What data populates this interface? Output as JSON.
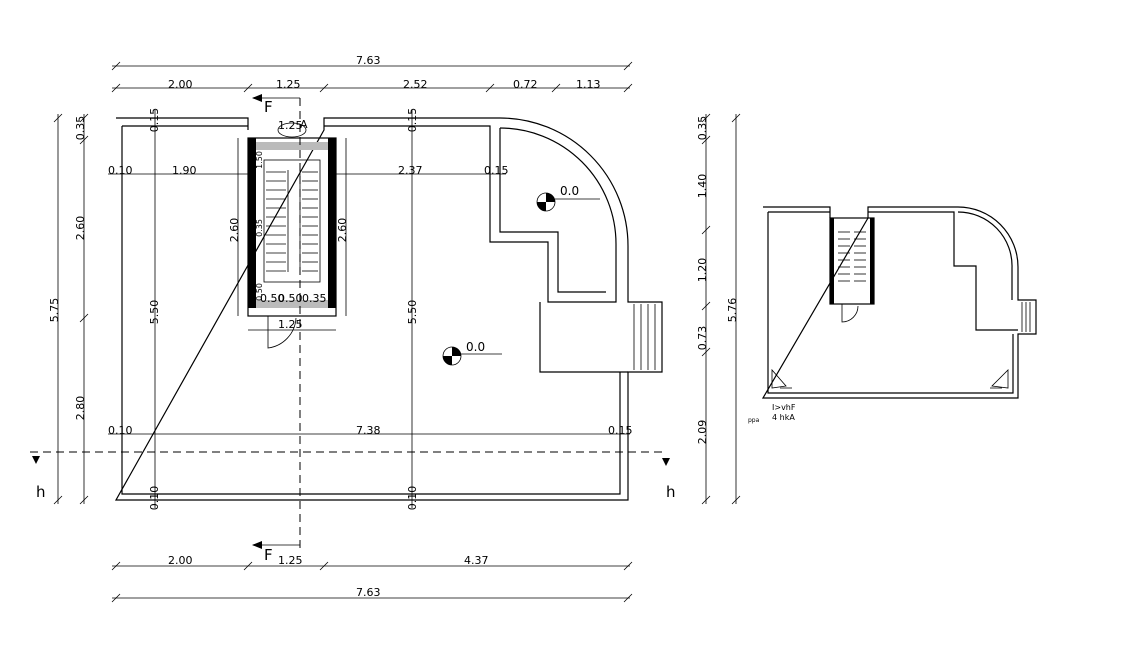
{
  "plan": {
    "top_dims": {
      "total": "7.63",
      "segments": [
        "2.00",
        "1.25",
        "2.52",
        "0.72",
        "1.13"
      ]
    },
    "bottom_dims": {
      "segments": [
        "2.00",
        "1.25",
        "4.37"
      ],
      "total": "7.63"
    },
    "left_dims": {
      "outer": "5.75",
      "segments": [
        "0.35",
        "2.60",
        "2.80"
      ]
    },
    "interior_dims": {
      "wall_top_left": "0.15",
      "wall_top_right": "0.15",
      "row1": [
        "0.10",
        "1.90",
        "2.37",
        "0.15"
      ],
      "row2": [
        "0.10",
        "7.38",
        "0.15"
      ],
      "wall_bottom_left": "0.10",
      "wall_bottom_right": "0.10",
      "height_left": "5.50",
      "height_right": "5.50",
      "stair_left": "2.60",
      "stair_right": "2.60",
      "stair_top": "1.25",
      "stair_bottom": "1.25",
      "stair_width": "1.25",
      "stair_inner": [
        "0.50",
        "0.35",
        "1.50",
        "0.50",
        "0.50",
        "0.35"
      ]
    },
    "section_marks": {
      "vertical": "F",
      "horizontal": "h"
    },
    "stair_tag": "A",
    "elevations": [
      "0.0",
      "0.0"
    ]
  },
  "mini": {
    "right_dims": {
      "total": "5.76",
      "segments": [
        "0.35",
        "1.40",
        "1.20",
        "0.73",
        "2.09"
      ]
    },
    "notes": [
      "I>vhF",
      "4   hkA"
    ],
    "note_prefix": "ppa"
  }
}
